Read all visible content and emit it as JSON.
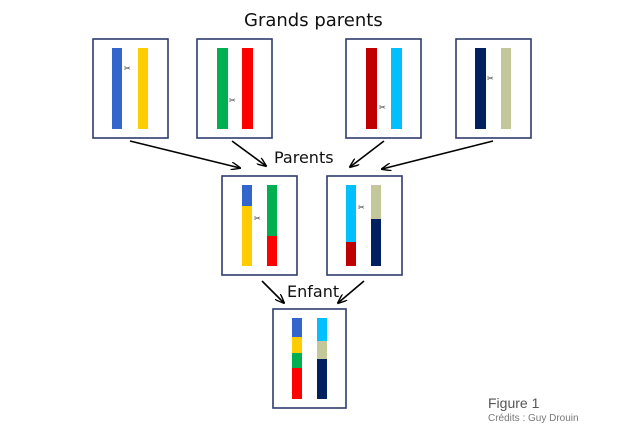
{
  "titles": {
    "grandparents": "Grands parents",
    "parents": "Parents",
    "child": "Enfant"
  },
  "figure": {
    "label": "Figure 1",
    "credits": "Crédits : Guy Drouin"
  },
  "colors": {
    "frame": "#2e3b6e",
    "arrow": "#000000",
    "blue": "#3366cc",
    "yellow": "#ffcc00",
    "green": "#00b050",
    "red": "#ff0000",
    "dark_red": "#c00000",
    "cyan": "#00c0ff",
    "navy": "#002060",
    "khaki": "#c4c79a"
  },
  "generations": {
    "grandparents": [
      {
        "name": "grandparent-1",
        "chromosomes": [
          [
            "blue"
          ],
          [
            "yellow"
          ]
        ]
      },
      {
        "name": "grandparent-2",
        "chromosomes": [
          [
            "green"
          ],
          [
            "red"
          ]
        ]
      },
      {
        "name": "grandparent-3",
        "chromosomes": [
          [
            "dark_red"
          ],
          [
            "cyan"
          ]
        ]
      },
      {
        "name": "grandparent-4",
        "chromosomes": [
          [
            "navy"
          ],
          [
            "khaki"
          ]
        ]
      }
    ],
    "parents": [
      {
        "name": "parent-1",
        "chromosomes": [
          [
            "blue",
            "yellow"
          ],
          [
            "green",
            "red"
          ]
        ]
      },
      {
        "name": "parent-2",
        "chromosomes": [
          [
            "cyan",
            "dark_red"
          ],
          [
            "khaki",
            "navy"
          ]
        ]
      }
    ],
    "child": [
      {
        "name": "child",
        "chromosomes": [
          [
            "blue",
            "yellow",
            "green",
            "red"
          ],
          [
            "cyan",
            "khaki",
            "navy"
          ]
        ]
      }
    ]
  }
}
